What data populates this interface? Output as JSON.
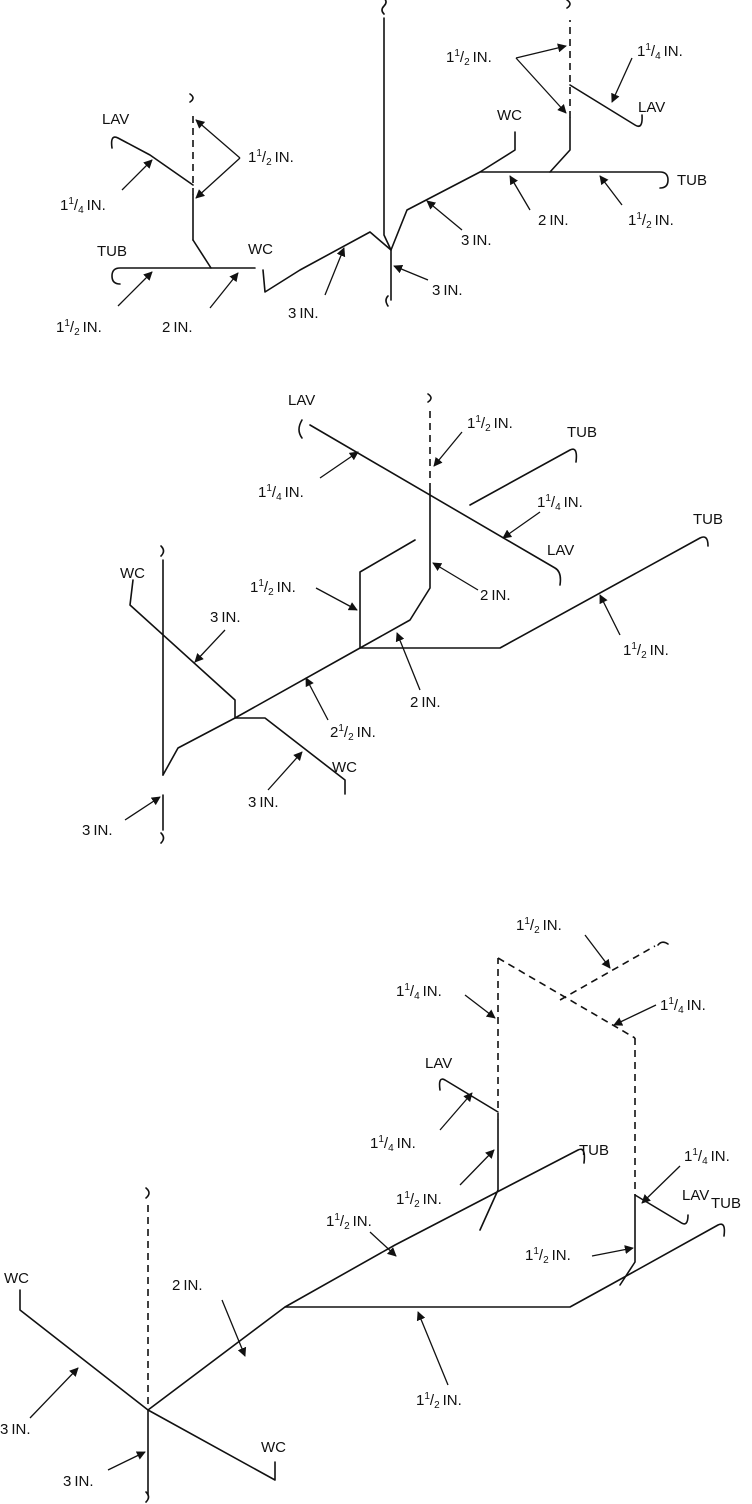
{
  "diagrams": [
    {
      "fixtures": {
        "lav_1": "LAV",
        "lav_2": "LAV",
        "wc_1": "WC",
        "wc_2": "WC",
        "tub_1": "TUB",
        "tub_2": "TUB"
      },
      "sizes": {
        "s_left_lav": {
          "whole": "1",
          "num": "1",
          "den": "4",
          "unit": "IN."
        },
        "s_left_vent": {
          "whole": "1",
          "num": "1",
          "den": "2",
          "unit": "IN."
        },
        "s_left_tub": {
          "whole": "1",
          "num": "1",
          "den": "2",
          "unit": "IN."
        },
        "s_left_2in": {
          "whole": "2",
          "num": "",
          "den": "",
          "unit": "IN."
        },
        "s_mid_3in": {
          "whole": "3",
          "num": "",
          "den": "",
          "unit": "IN."
        },
        "s_stack_3in": {
          "whole": "3",
          "num": "",
          "den": "",
          "unit": "IN."
        },
        "s_right_3in": {
          "whole": "3",
          "num": "",
          "den": "",
          "unit": "IN."
        },
        "s_right_2in": {
          "whole": "2",
          "num": "",
          "den": "",
          "unit": "IN."
        },
        "s_right_tub": {
          "whole": "1",
          "num": "1",
          "den": "2",
          "unit": "IN."
        },
        "s_right_vent": {
          "whole": "1",
          "num": "1",
          "den": "2",
          "unit": "IN."
        },
        "s_right_lav": {
          "whole": "1",
          "num": "1",
          "den": "4",
          "unit": "IN."
        }
      }
    },
    {
      "fixtures": {
        "lav_1": "LAV",
        "lav_2": "LAV",
        "tub_1": "TUB",
        "tub_2": "TUB",
        "wc_1": "WC",
        "wc_2": "WC"
      },
      "sizes": {
        "s_vent": {
          "whole": "1",
          "num": "1",
          "den": "2",
          "unit": "IN."
        },
        "s_lav1": {
          "whole": "1",
          "num": "1",
          "den": "4",
          "unit": "IN."
        },
        "s_lav2": {
          "whole": "1",
          "num": "1",
          "den": "4",
          "unit": "IN."
        },
        "s_tub1": {
          "whole": "1",
          "num": "1",
          "den": "2",
          "unit": "IN."
        },
        "s_2in_a": {
          "whole": "2",
          "num": "",
          "den": "",
          "unit": "IN."
        },
        "s_tub2": {
          "whole": "1",
          "num": "1",
          "den": "2",
          "unit": "IN."
        },
        "s_wc1": {
          "whole": "3",
          "num": "",
          "den": "",
          "unit": "IN."
        },
        "s_2in_b": {
          "whole": "2",
          "num": "",
          "den": "",
          "unit": "IN."
        },
        "s_main": {
          "whole": "2",
          "num": "1",
          "den": "2",
          "unit": "IN."
        },
        "s_wc2": {
          "whole": "3",
          "num": "",
          "den": "",
          "unit": "IN."
        },
        "s_stack": {
          "whole": "3",
          "num": "",
          "den": "",
          "unit": "IN."
        }
      }
    },
    {
      "fixtures": {
        "lav_1": "LAV",
        "lav_2": "LAV",
        "tub_1": "TUB",
        "tub_2": "TUB",
        "wc_1": "WC",
        "wc_2": "WC"
      },
      "sizes": {
        "s_vent_top": {
          "whole": "1",
          "num": "1",
          "den": "2",
          "unit": "IN."
        },
        "s_vent_left": {
          "whole": "1",
          "num": "1",
          "den": "4",
          "unit": "IN."
        },
        "s_vent_right": {
          "whole": "1",
          "num": "1",
          "den": "4",
          "unit": "IN."
        },
        "s_lav1": {
          "whole": "1",
          "num": "1",
          "den": "4",
          "unit": "IN."
        },
        "s_lav2": {
          "whole": "1",
          "num": "1",
          "den": "4",
          "unit": "IN."
        },
        "s_stack_left": {
          "whole": "1",
          "num": "1",
          "den": "2",
          "unit": "IN."
        },
        "s_tub1": {
          "whole": "1",
          "num": "1",
          "den": "2",
          "unit": "IN."
        },
        "s_stack_right": {
          "whole": "1",
          "num": "1",
          "den": "2",
          "unit": "IN."
        },
        "s_2in": {
          "whole": "2",
          "num": "",
          "den": "",
          "unit": "IN."
        },
        "s_bottom": {
          "whole": "1",
          "num": "1",
          "den": "2",
          "unit": "IN."
        },
        "s_wc1": {
          "whole": "3",
          "num": "",
          "den": "",
          "unit": "IN."
        },
        "s_stack": {
          "whole": "3",
          "num": "",
          "den": "",
          "unit": "IN."
        }
      }
    }
  ]
}
